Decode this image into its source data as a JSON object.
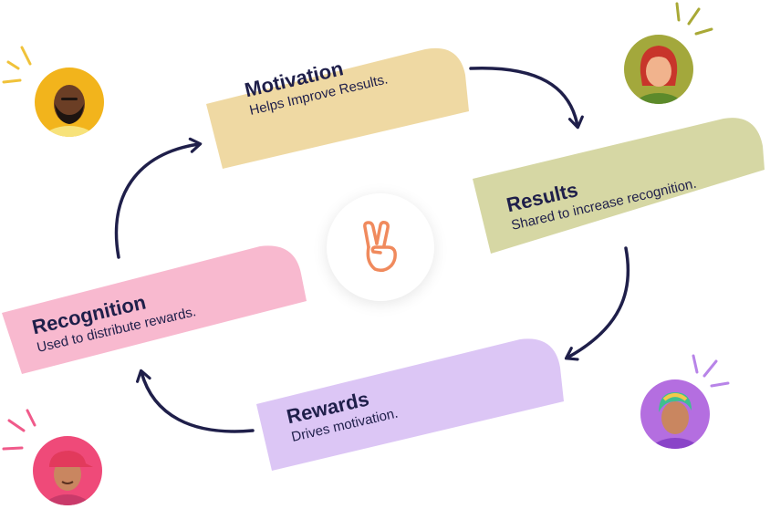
{
  "cycle": {
    "motivation": {
      "title": "Motivation",
      "subtitle": "Helps Improve Results.",
      "color": "#efd9a3"
    },
    "results": {
      "title": "Results",
      "subtitle": "Shared to increase recognition.",
      "color": "#d6d7a4"
    },
    "rewards": {
      "title": "Rewards",
      "subtitle": "Drives motivation.",
      "color": "#dcc6f5"
    },
    "recognition": {
      "title": "Recognition",
      "subtitle": "Used to distribute rewards.",
      "color": "#f8b9cf"
    }
  },
  "colors": {
    "arrow": "#1f1f4a",
    "text": "#1f1f4a",
    "peace_icon": "#f08a5d"
  },
  "icons": {
    "center": "peace-hand-icon"
  }
}
